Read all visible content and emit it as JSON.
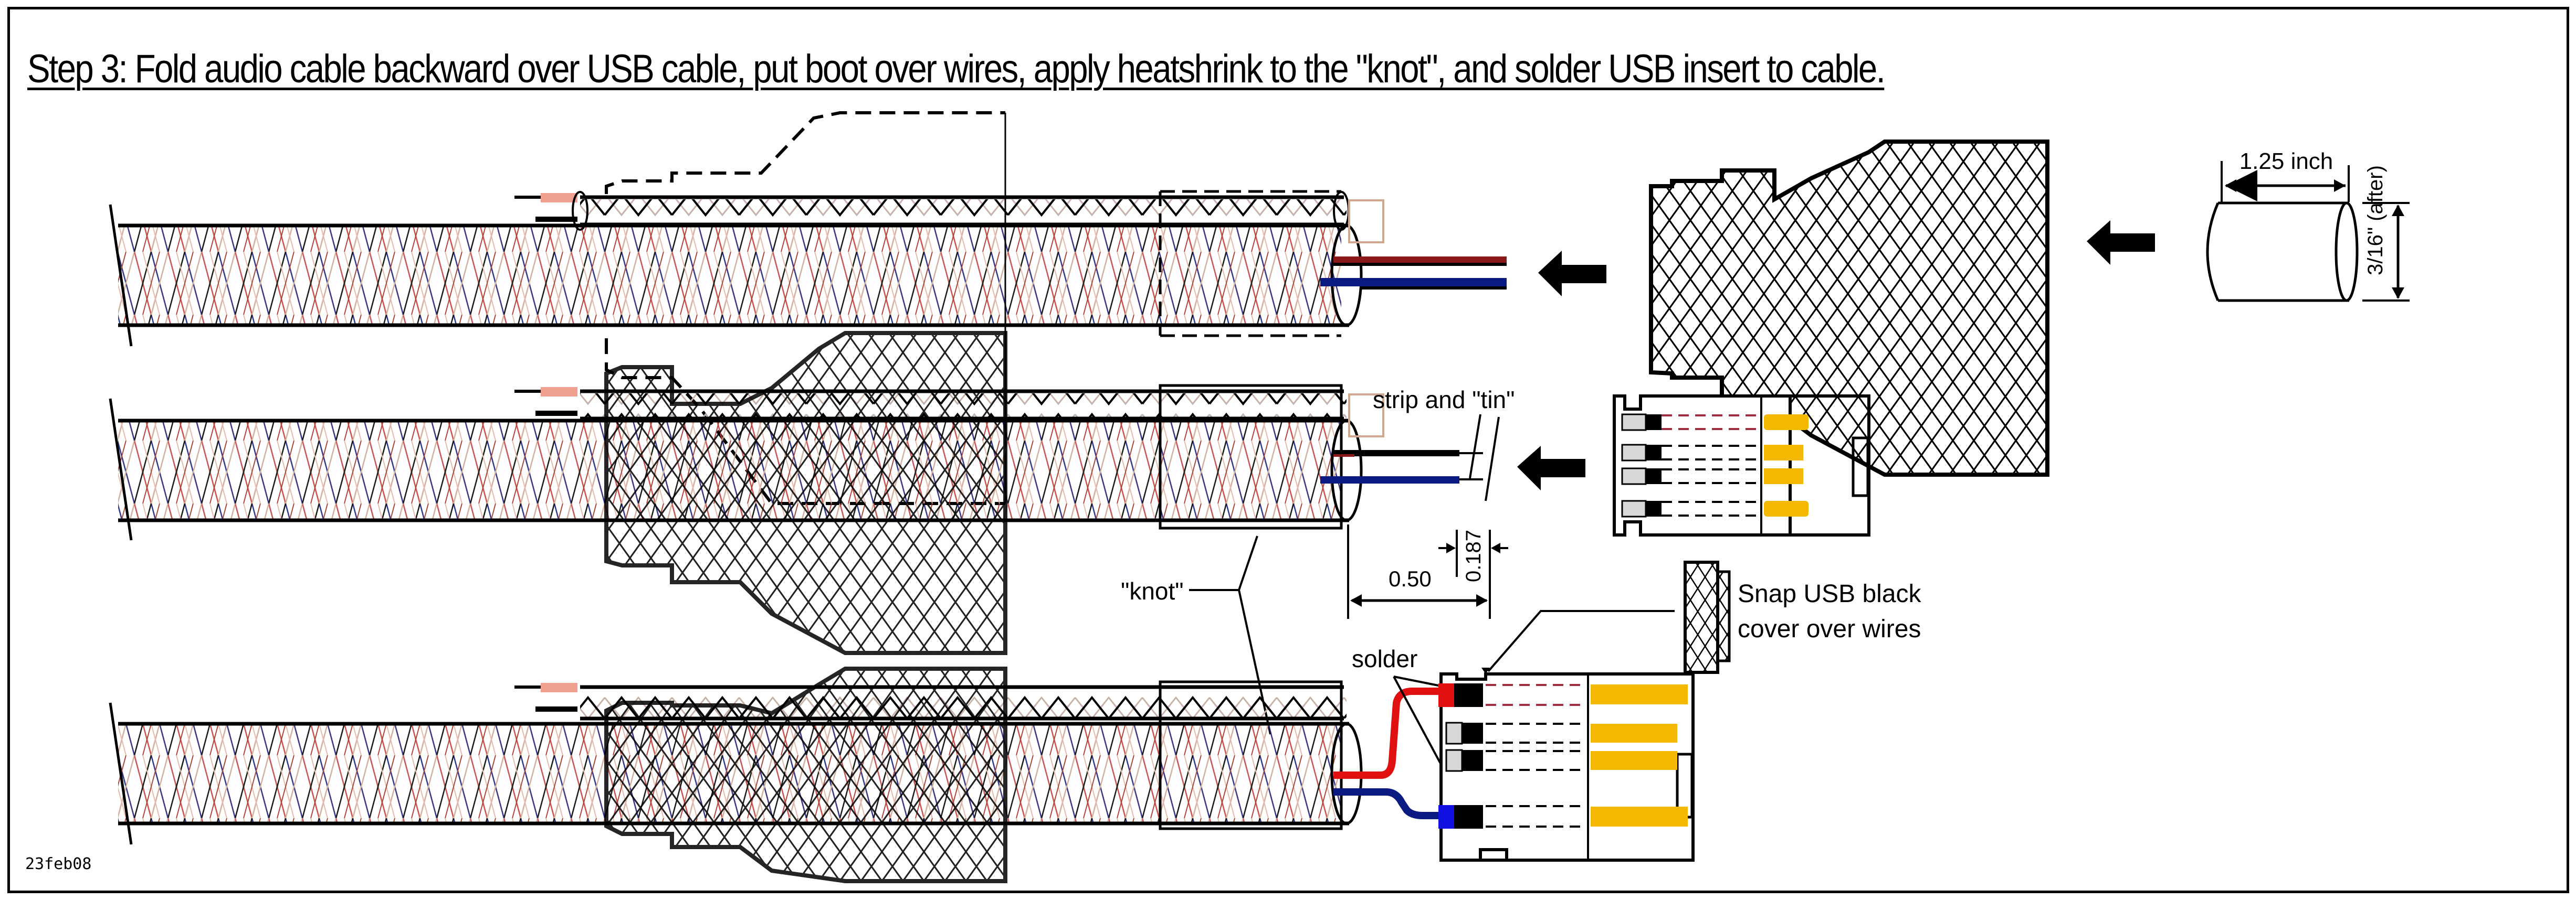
{
  "title": "Step 3: Fold audio cable backward over USB cable, put boot over wires, apply heatshrink to the \"knot\", and solder USB insert to cable.",
  "date_stamp": "23feb08",
  "labels": {
    "heatshrink_length": "1.25 inch",
    "heatshrink_diameter": "3/16\" (after)",
    "strip_and_tin": "strip and \"tin\"",
    "knot": "\"knot\"",
    "dim_050": "0.50",
    "dim_0187": "0.187",
    "solder": "solder",
    "snap_cover_line1": "Snap USB black",
    "snap_cover_line2": "cover over wires"
  },
  "colors": {
    "red_wire": "#e01010",
    "blue_wire": "#1010c0",
    "dark_red_wire": "#8a1a1a",
    "navy_wire": "#0a1a80",
    "gold_contact": "#f5b800",
    "braid_red": "#c0403a",
    "braid_blue": "#202080",
    "braid_tan": "#d0a890",
    "pink_tip": "#f0a090"
  },
  "stages": [
    {
      "name": "stage-1-boot-dashed",
      "description": "boot outline dashed, boot and heatshrink arriving"
    },
    {
      "name": "stage-2-boot-on",
      "description": "boot placed, wires stripped, USB insert arriving"
    },
    {
      "name": "stage-3-soldered",
      "description": "USB insert soldered, black cover arriving"
    }
  ]
}
